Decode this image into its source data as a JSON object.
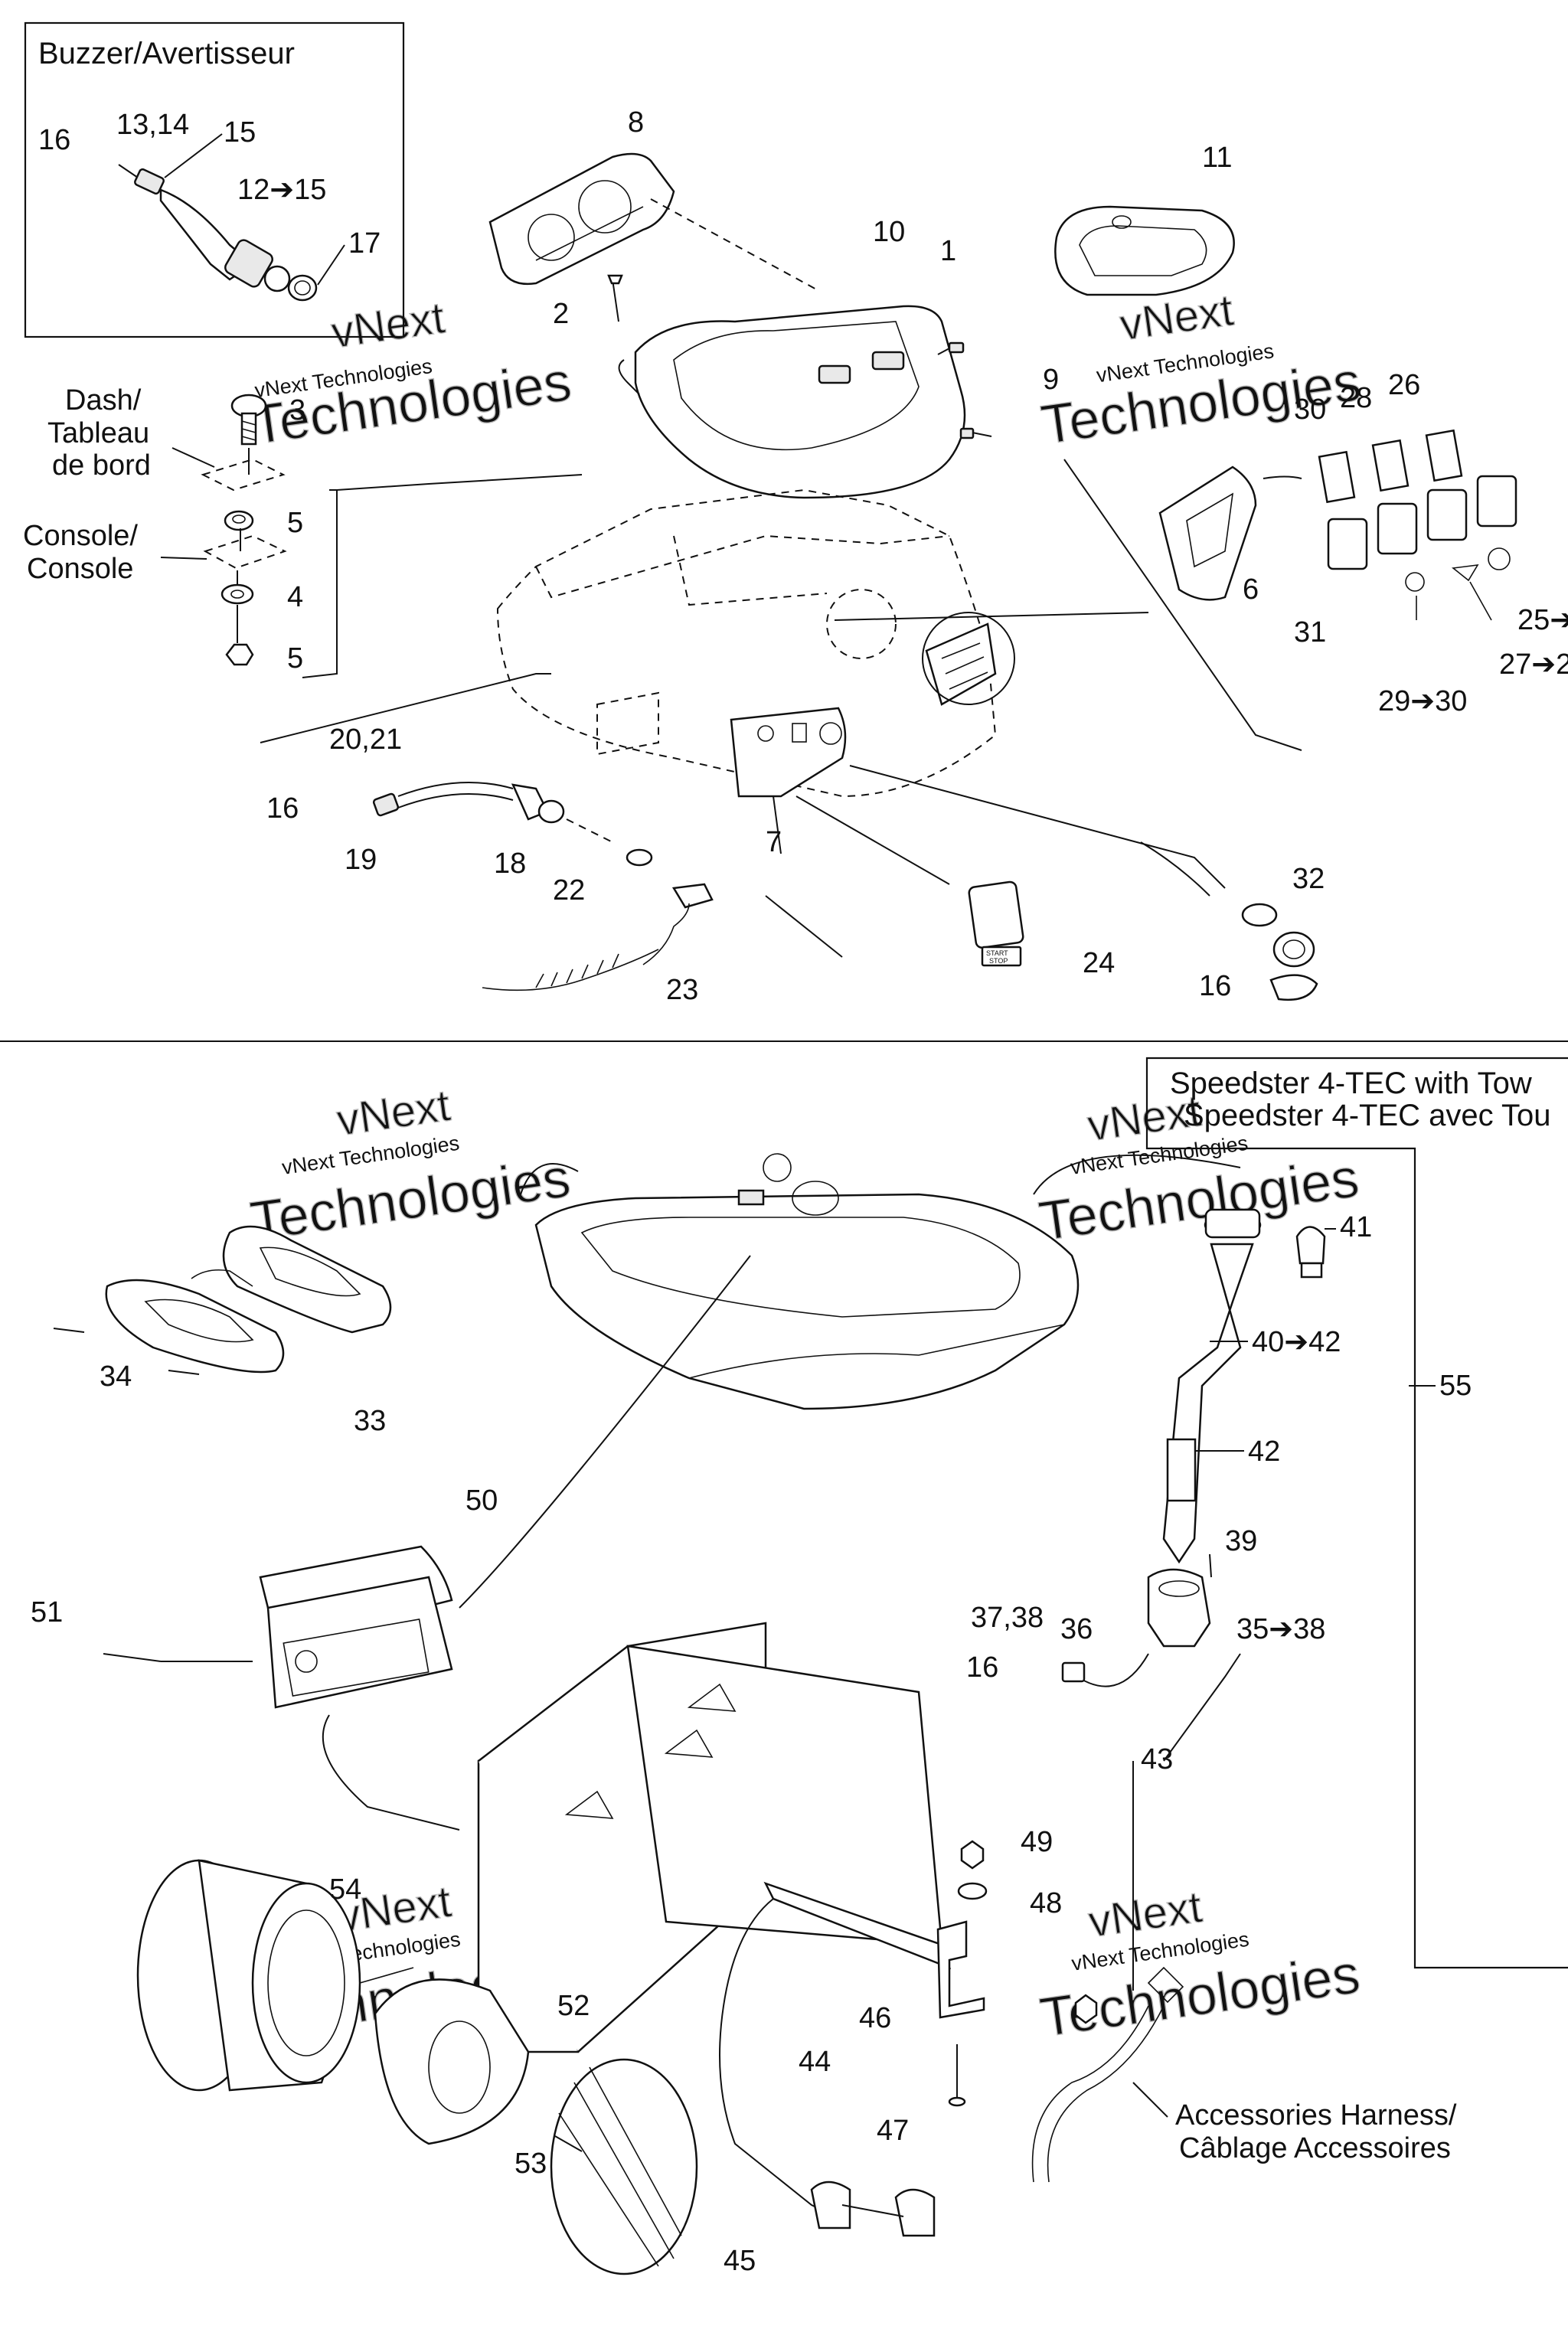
{
  "inset_buzzer": {
    "title": "Buzzer/Avertisseur"
  },
  "labels": {
    "dash": [
      "Dash/",
      "Tableau",
      "de bord"
    ],
    "console": [
      "Console/",
      "Console"
    ],
    "harness": [
      "Accessories Harness/",
      "Câblage Accessoires"
    ],
    "model_box": [
      "Speedster 4-TEC with Tow",
      "Speedster 4-TEC avec Tou"
    ],
    "switch_start": "START",
    "switch_stop": "STOP"
  },
  "watermark": {
    "line1": "vNext",
    "line2": "Technologies",
    "small": "vNext Technologies"
  },
  "callouts": [
    "16",
    "13,14",
    "15",
    "12➔15",
    "17",
    "8",
    "11",
    "10",
    "1",
    "2",
    "9",
    "3",
    "5",
    "4",
    "5",
    "30",
    "28",
    "26",
    "6",
    "31",
    "25➔",
    "29➔30",
    "27➔2",
    "20,21",
    "16",
    "19",
    "18",
    "22",
    "23",
    "7",
    "24",
    "32",
    "16",
    "41",
    "40➔42",
    "42",
    "39",
    "35➔38",
    "37,38",
    "36",
    "16",
    "33",
    "34",
    "50",
    "51",
    "43",
    "49",
    "48",
    "46",
    "47",
    "44",
    "45",
    "54",
    "52",
    "53",
    "55"
  ]
}
